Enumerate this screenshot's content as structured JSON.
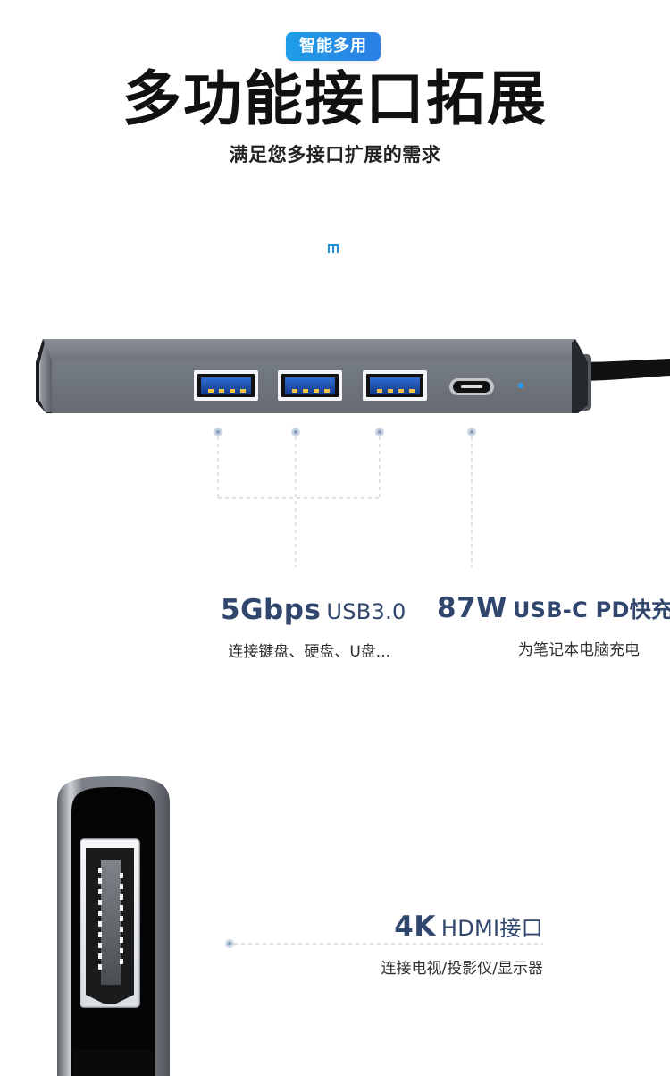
{
  "header": {
    "badge": "智能多用",
    "title": "多功能接口拓展",
    "subtitle": "满足您多接口扩展的需求"
  },
  "usb_feature": {
    "speed": "5Gbps",
    "standard": "USB3.0",
    "description": "连接键盘、硬盘、U盘..."
  },
  "pd_feature": {
    "power": "87W",
    "standard": "USB-C PD快充",
    "description": "为笔记本电脑充电"
  },
  "hdmi_feature": {
    "resolution": "4K",
    "standard": "HDMI接口",
    "description": "连接电视/投影仪/显示器"
  },
  "colors": {
    "badge": "#1f9ee8",
    "label": "#30466d",
    "led": "#2b9cff",
    "hub": "#747a82"
  }
}
